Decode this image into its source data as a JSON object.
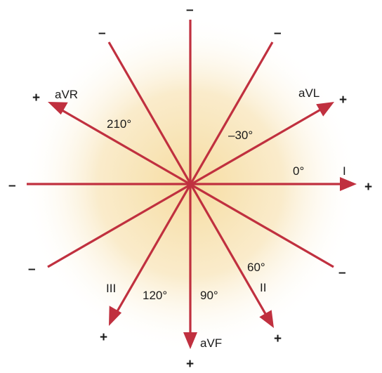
{
  "colors": {
    "axis": "#c0303f",
    "glow_center": "#f6dca0",
    "background": "#ffffff",
    "text": "#1a1a1a"
  },
  "leads": [
    {
      "id": "I",
      "label": "I",
      "angle": "0°"
    },
    {
      "id": "II",
      "label": "II",
      "angle": "60°"
    },
    {
      "id": "III",
      "label": "III",
      "angle": "120°"
    },
    {
      "id": "aVR",
      "label": "aVR",
      "angle": "210°"
    },
    {
      "id": "aVL",
      "label": "aVL",
      "angle": "–30°"
    },
    {
      "id": "aVF",
      "label": "aVF",
      "angle": "90°"
    }
  ],
  "signs": {
    "positive": "+",
    "negative": "–"
  }
}
